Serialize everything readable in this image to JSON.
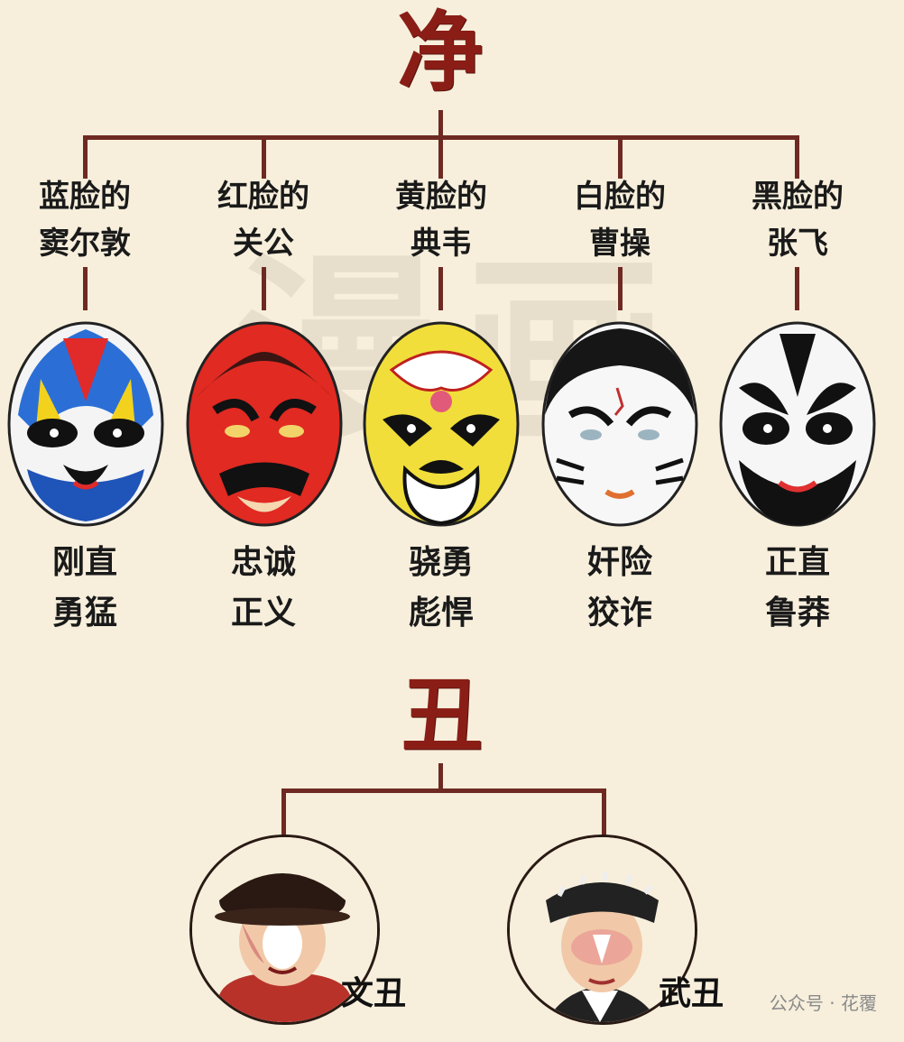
{
  "jing": {
    "title": "净",
    "roles": [
      {
        "color_label": "蓝脸的",
        "character": "窦尔敦",
        "trait1": "刚直",
        "trait2": "勇猛",
        "mask_icon": "blue-opera-mask-icon"
      },
      {
        "color_label": "红脸的",
        "character": "关公",
        "trait1": "忠诚",
        "trait2": "正义",
        "mask_icon": "red-opera-mask-icon"
      },
      {
        "color_label": "黄脸的",
        "character": "典韦",
        "trait1": "骁勇",
        "trait2": "彪悍",
        "mask_icon": "yellow-opera-mask-icon"
      },
      {
        "color_label": "白脸的",
        "character": "曹操",
        "trait1": "奸险",
        "trait2": "狡诈",
        "mask_icon": "white-opera-mask-icon"
      },
      {
        "color_label": "黑脸的",
        "character": "张飞",
        "trait1": "正直",
        "trait2": "鲁莽",
        "mask_icon": "black-opera-mask-icon"
      }
    ]
  },
  "chou": {
    "title": "丑",
    "roles": [
      {
        "label": "文丑",
        "portrait_icon": "civil-clown-portrait-icon"
      },
      {
        "label": "武丑",
        "portrait_icon": "martial-clown-portrait-icon"
      }
    ]
  },
  "watermark": "漫画",
  "footer": {
    "source": "公众号 · 花覆"
  },
  "colors": {
    "background": "#f7efdc",
    "accent": "#8a1e16",
    "line": "#6e2a22"
  }
}
